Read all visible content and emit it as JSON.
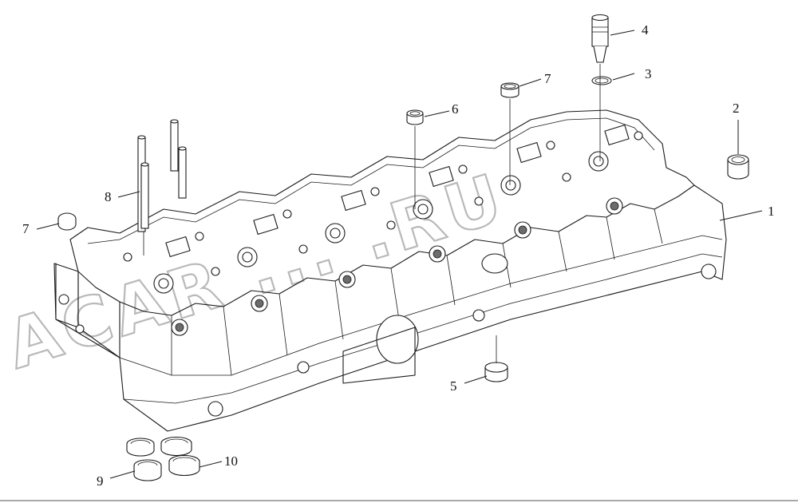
{
  "watermark": "ACAR ... .RU",
  "callouts": [
    {
      "id": "1",
      "label": "1"
    },
    {
      "id": "2",
      "label": "2"
    },
    {
      "id": "3",
      "label": "3"
    },
    {
      "id": "4",
      "label": "4"
    },
    {
      "id": "5",
      "label": "5"
    },
    {
      "id": "6",
      "label": "6"
    },
    {
      "id": "7a",
      "label": "7"
    },
    {
      "id": "7b",
      "label": "7"
    },
    {
      "id": "8",
      "label": "8"
    },
    {
      "id": "9",
      "label": "9"
    },
    {
      "id": "10",
      "label": "10"
    }
  ]
}
